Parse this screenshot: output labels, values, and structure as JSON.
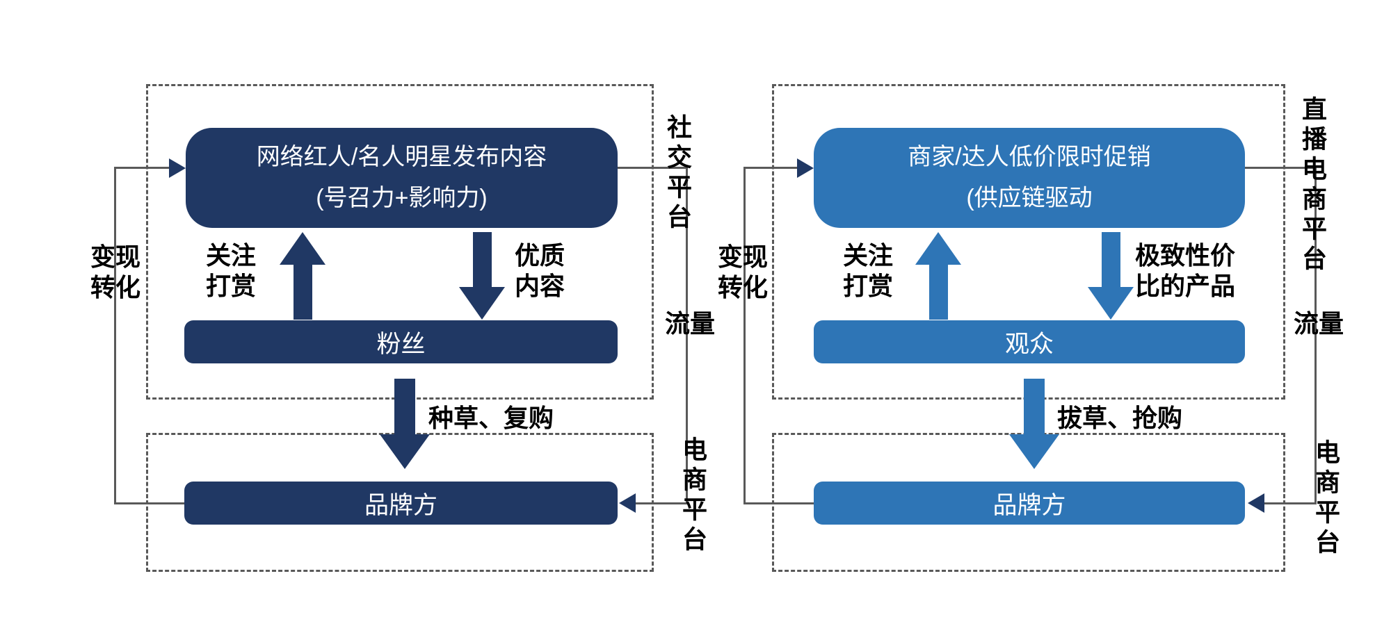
{
  "colors": {
    "navy": "#203864",
    "blue": "#2E75B6",
    "line": "#595959",
    "label": "#000000",
    "box_text": "#FFFFFF"
  },
  "left": {
    "top_box": {
      "line1": "网络红人/名人明星发布内容",
      "line2": "(号召力+影响力)"
    },
    "middle_box": "粉丝",
    "bottom_box": "品牌方",
    "up_arrow_label": {
      "line1": "关注",
      "line2": "打赏"
    },
    "down_arrow_label": {
      "line1": "优质",
      "line2": "内容"
    },
    "transfer_arrow_label": "种草、复购",
    "loop_label": {
      "line1": "变现",
      "line2": "转化"
    },
    "platform_top": "社交平台",
    "traffic": "流量",
    "platform_bottom": "电商平台"
  },
  "right": {
    "top_box": {
      "line1": "商家/达人低价限时促销",
      "line2": "(供应链驱动"
    },
    "middle_box": "观众",
    "bottom_box": "品牌方",
    "up_arrow_label": {
      "line1": "关注",
      "line2": "打赏"
    },
    "down_arrow_label": {
      "line1": "极致性价",
      "line2": "比的产品"
    },
    "transfer_arrow_label": "拔草、抢购",
    "loop_label": {
      "line1": "变现",
      "line2": "转化"
    },
    "platform_top": "直播电商平台",
    "traffic": "流量",
    "platform_bottom": "电商平台"
  }
}
